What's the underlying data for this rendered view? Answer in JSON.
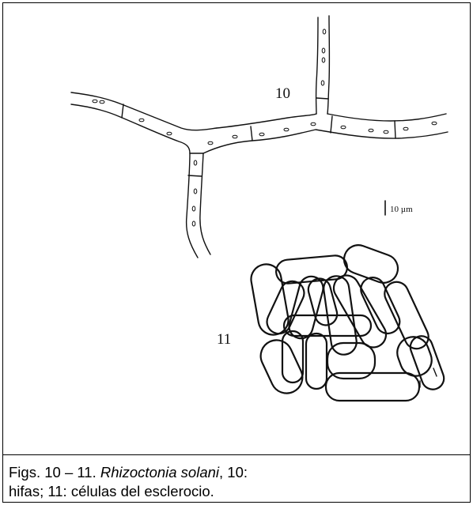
{
  "figure": {
    "label_10": "10",
    "label_11": "11",
    "scale_bar": "10 µm"
  },
  "caption": {
    "prefix": "Figs. 10 – 11. ",
    "species": "Rhizoctonia solani",
    "suffix_line1": ", 10:",
    "line2": "hifas; 11: células del esclerocio."
  }
}
